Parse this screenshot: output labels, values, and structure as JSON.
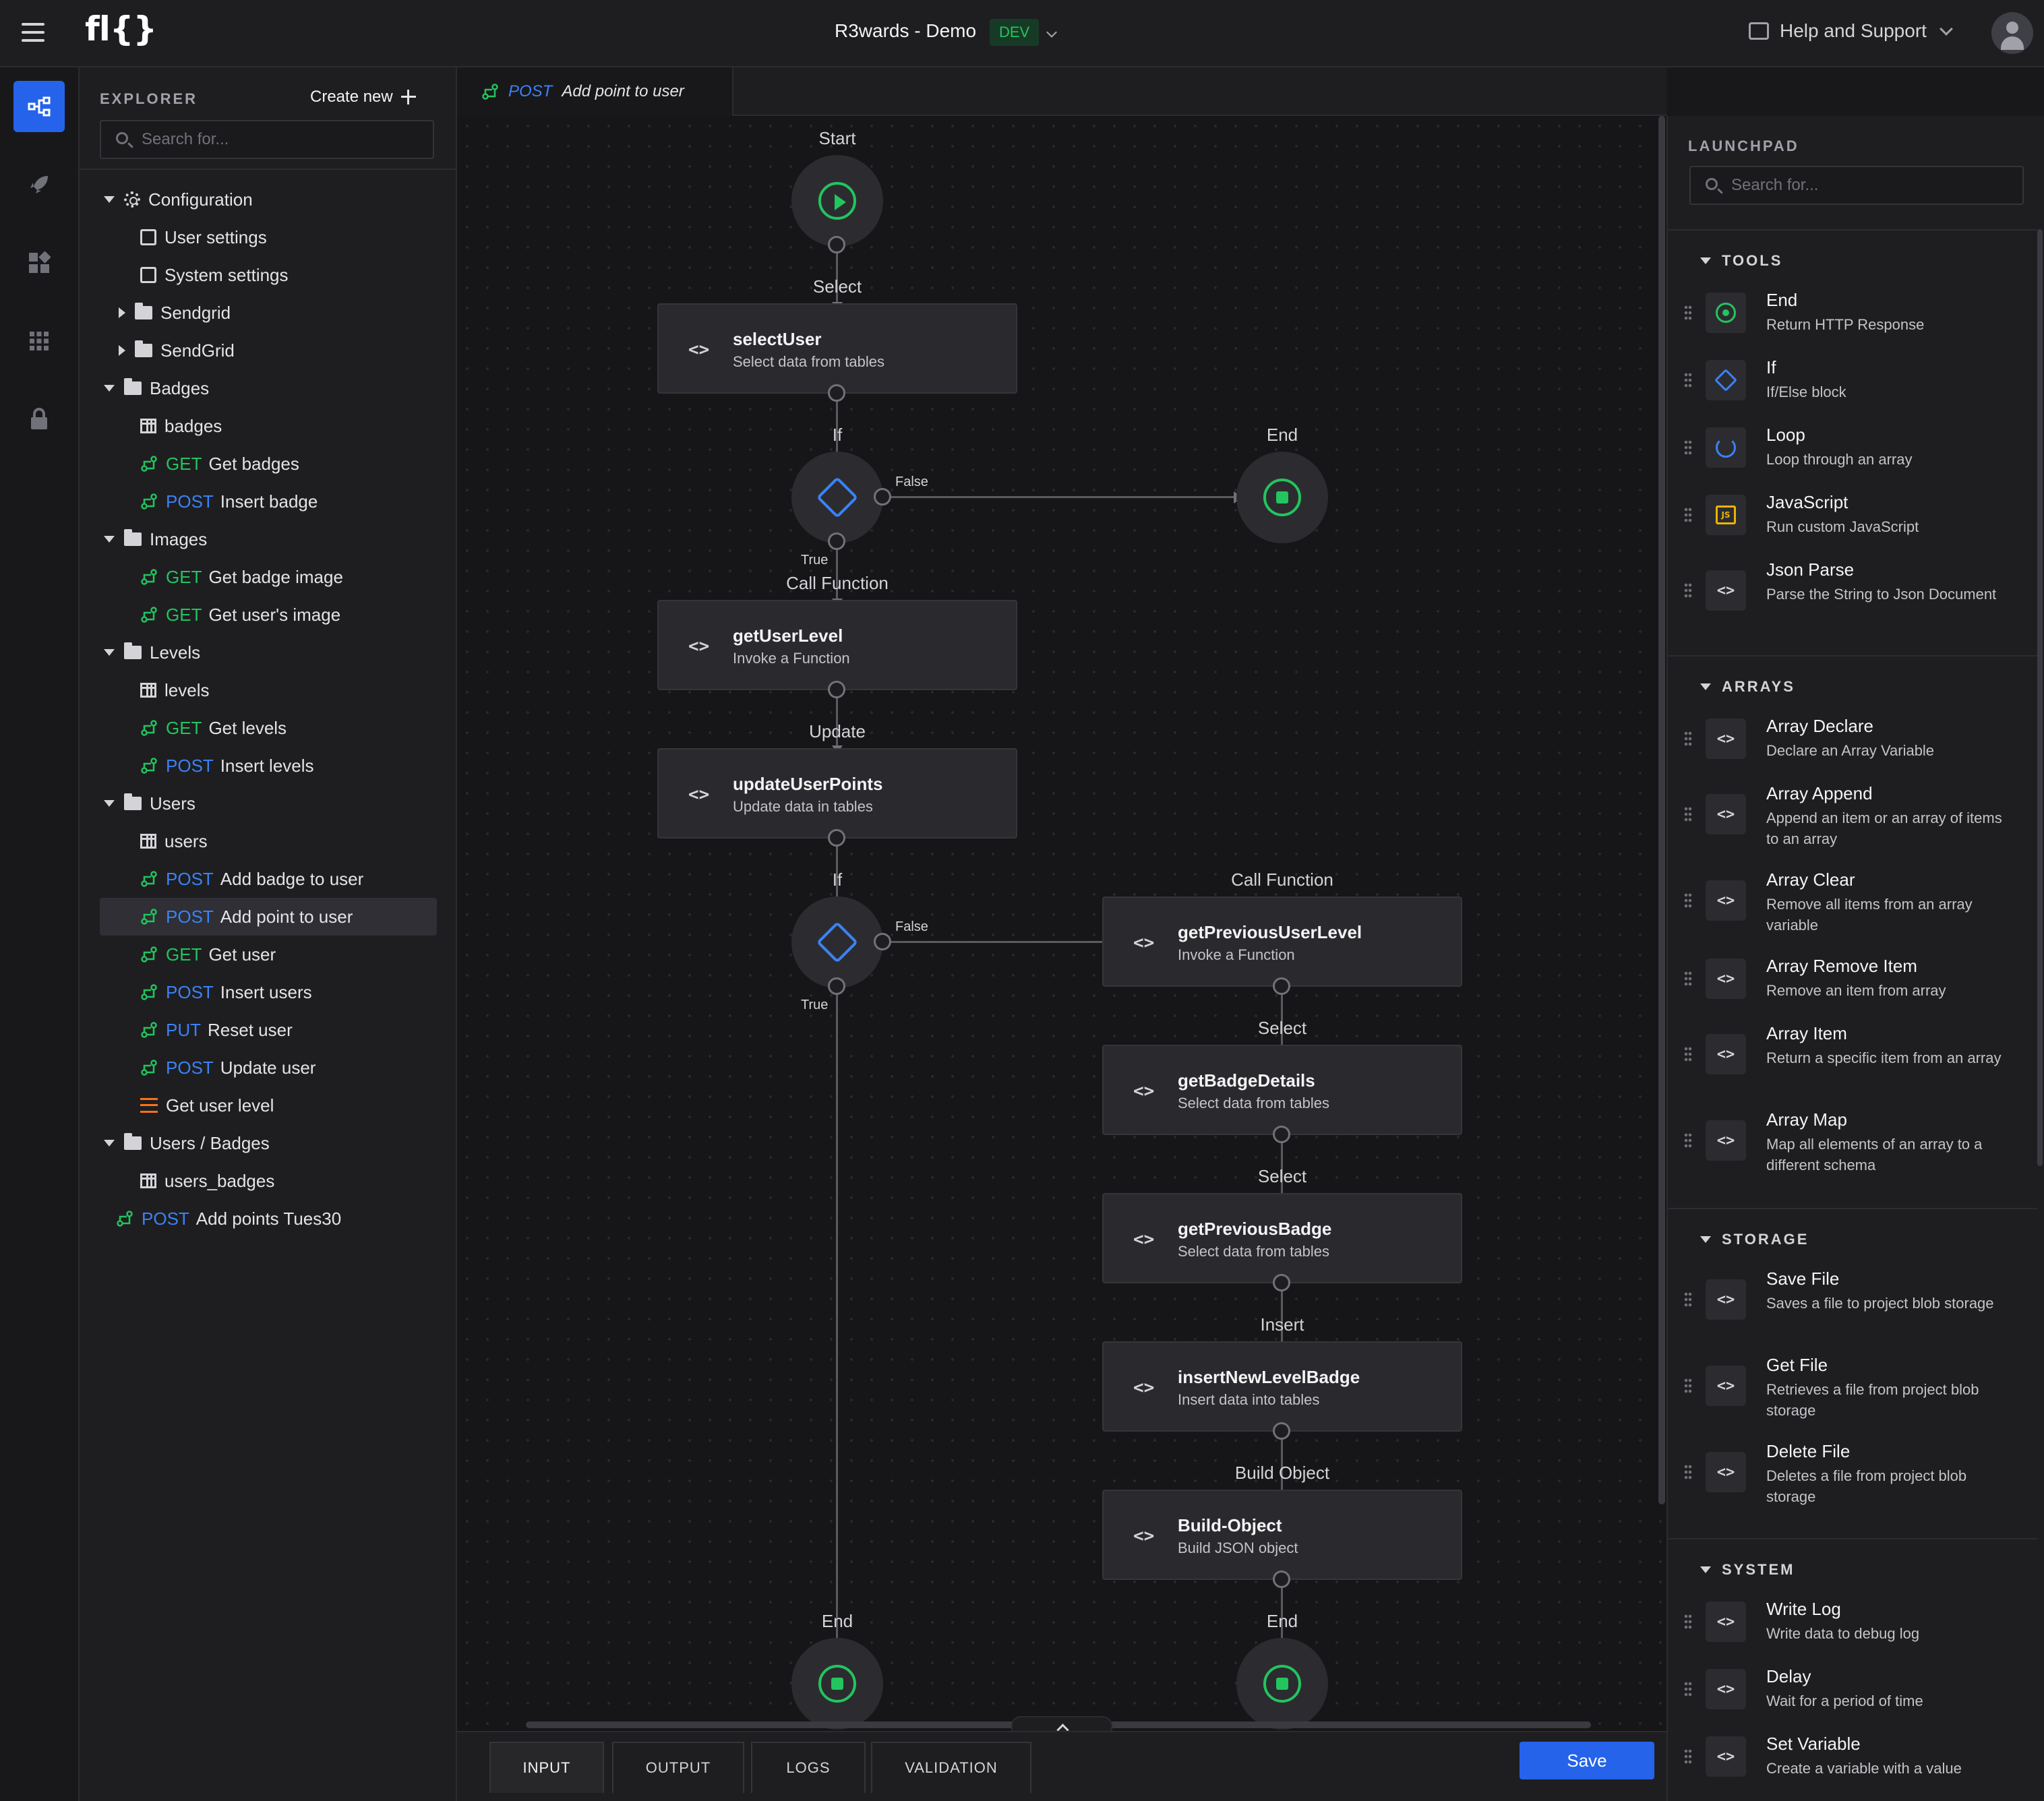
{
  "header": {
    "logo": "fl{}",
    "project": "R3wards - Demo",
    "env": "DEV",
    "help": "Help and Support"
  },
  "explorer": {
    "title": "EXPLORER",
    "create_new": "Create new",
    "search_placeholder": "Search for...",
    "tree": [
      {
        "kind": "group",
        "label": "Configuration",
        "icon": "gear-icon"
      },
      {
        "kind": "settings",
        "label": "User settings"
      },
      {
        "kind": "settings",
        "label": "System settings"
      },
      {
        "kind": "folder-collapsed",
        "label": "Sendgrid"
      },
      {
        "kind": "folder-collapsed",
        "label": "SendGrid"
      },
      {
        "kind": "folder",
        "label": "Badges"
      },
      {
        "kind": "table",
        "label": "badges"
      },
      {
        "kind": "api",
        "method": "GET",
        "label": "Get badges"
      },
      {
        "kind": "api",
        "method": "POST",
        "label": "Insert badge"
      },
      {
        "kind": "folder",
        "label": "Images"
      },
      {
        "kind": "api",
        "method": "GET",
        "label": "Get badge image"
      },
      {
        "kind": "api",
        "method": "GET",
        "label": "Get user's image"
      },
      {
        "kind": "folder",
        "label": "Levels"
      },
      {
        "kind": "table",
        "label": "levels"
      },
      {
        "kind": "api",
        "method": "GET",
        "label": "Get levels"
      },
      {
        "kind": "api",
        "method": "POST",
        "label": "Insert levels"
      },
      {
        "kind": "folder",
        "label": "Users"
      },
      {
        "kind": "table",
        "label": "users"
      },
      {
        "kind": "api",
        "method": "POST",
        "label": "Add badge to user"
      },
      {
        "kind": "api",
        "method": "POST",
        "label": "Add point to user",
        "selected": true
      },
      {
        "kind": "api",
        "method": "GET",
        "label": "Get user"
      },
      {
        "kind": "api",
        "method": "POST",
        "label": "Insert users"
      },
      {
        "kind": "api",
        "method": "PUT",
        "label": "Reset user"
      },
      {
        "kind": "api",
        "method": "POST",
        "label": "Update user"
      },
      {
        "kind": "function",
        "label": "Get user level"
      },
      {
        "kind": "folder",
        "label": "Users / Badges"
      },
      {
        "kind": "table",
        "label": "users_badges"
      },
      {
        "kind": "api-root",
        "method": "POST",
        "label": "Add points Tues30"
      }
    ]
  },
  "canvas_tab": {
    "method": "POST",
    "label": "Add point to user"
  },
  "flow": {
    "start_label": "Start",
    "select_label": "Select",
    "if_label": "If",
    "end_label": "End",
    "false_label": "False",
    "true_label": "True",
    "call_function_label": "Call Function",
    "update_label": "Update",
    "insert_label": "Insert",
    "build_object_label": "Build Object",
    "blocks": {
      "selectUser": {
        "title": "selectUser",
        "sub": "Select data from tables"
      },
      "getUserLevel": {
        "title": "getUserLevel",
        "sub": "Invoke a Function"
      },
      "updateUserPoints": {
        "title": "updateUserPoints",
        "sub": "Update data in tables"
      },
      "getPreviousUserLevel": {
        "title": "getPreviousUserLevel",
        "sub": "Invoke a Function"
      },
      "getBadgeDetails": {
        "title": "getBadgeDetails",
        "sub": "Select data from tables"
      },
      "getPreviousBadge": {
        "title": "getPreviousBadge",
        "sub": "Select data from tables"
      },
      "insertNewLevelBadge": {
        "title": "insertNewLevelBadge",
        "sub": "Insert data into tables"
      },
      "buildObject": {
        "title": "Build-Object",
        "sub": "Build JSON object"
      }
    },
    "code_glyph": "<>"
  },
  "bottom": {
    "tabs": [
      "INPUT",
      "OUTPUT",
      "LOGS",
      "VALIDATION"
    ],
    "active_tab": "INPUT",
    "save": "Save"
  },
  "launchpad": {
    "title": "LAUNCHPAD",
    "search_placeholder": "Search for...",
    "sections": [
      {
        "name": "TOOLS",
        "items": [
          {
            "name": "End",
            "desc": "Return HTTP Response",
            "icon": "end-icon"
          },
          {
            "name": "If",
            "desc": "If/Else block",
            "icon": "if-icon"
          },
          {
            "name": "Loop",
            "desc": "Loop through an array",
            "icon": "loop-icon"
          },
          {
            "name": "JavaScript",
            "desc": "Run custom JavaScript",
            "icon": "javascript-icon",
            "glyph": "JS"
          },
          {
            "name": "Json Parse",
            "desc": "Parse the String to Json Document",
            "icon": "code-icon"
          }
        ]
      },
      {
        "name": "ARRAYS",
        "items": [
          {
            "name": "Array Declare",
            "desc": "Declare an Array Variable",
            "icon": "code-icon"
          },
          {
            "name": "Array Append",
            "desc": "Append an item or an array of items to an array",
            "icon": "code-icon"
          },
          {
            "name": "Array Clear",
            "desc": "Remove all items from an array variable",
            "icon": "code-icon"
          },
          {
            "name": "Array Remove Item",
            "desc": "Remove an item from array",
            "icon": "code-icon"
          },
          {
            "name": "Array Item",
            "desc": "Return a specific item from an array",
            "icon": "code-icon"
          },
          {
            "name": "Array Map",
            "desc": "Map all elements of an array to a different schema",
            "icon": "code-icon"
          }
        ]
      },
      {
        "name": "STORAGE",
        "items": [
          {
            "name": "Save File",
            "desc": "Saves a file to project blob storage",
            "icon": "code-icon"
          },
          {
            "name": "Get File",
            "desc": "Retrieves a file from project blob storage",
            "icon": "code-icon"
          },
          {
            "name": "Delete File",
            "desc": "Deletes a file from project blob storage",
            "icon": "code-icon"
          }
        ]
      },
      {
        "name": "SYSTEM",
        "items": [
          {
            "name": "Write Log",
            "desc": "Write data to debug log",
            "icon": "code-icon"
          },
          {
            "name": "Delay",
            "desc": "Wait for a period of time",
            "icon": "code-icon"
          },
          {
            "name": "Set Variable",
            "desc": "Create a variable with a value",
            "icon": "code-icon"
          }
        ]
      }
    ]
  },
  "colors": {
    "accent": "#2563eb",
    "get": "#22c55e",
    "post": "#3b82f6",
    "function": "#f97316",
    "end": "#22c55e"
  }
}
